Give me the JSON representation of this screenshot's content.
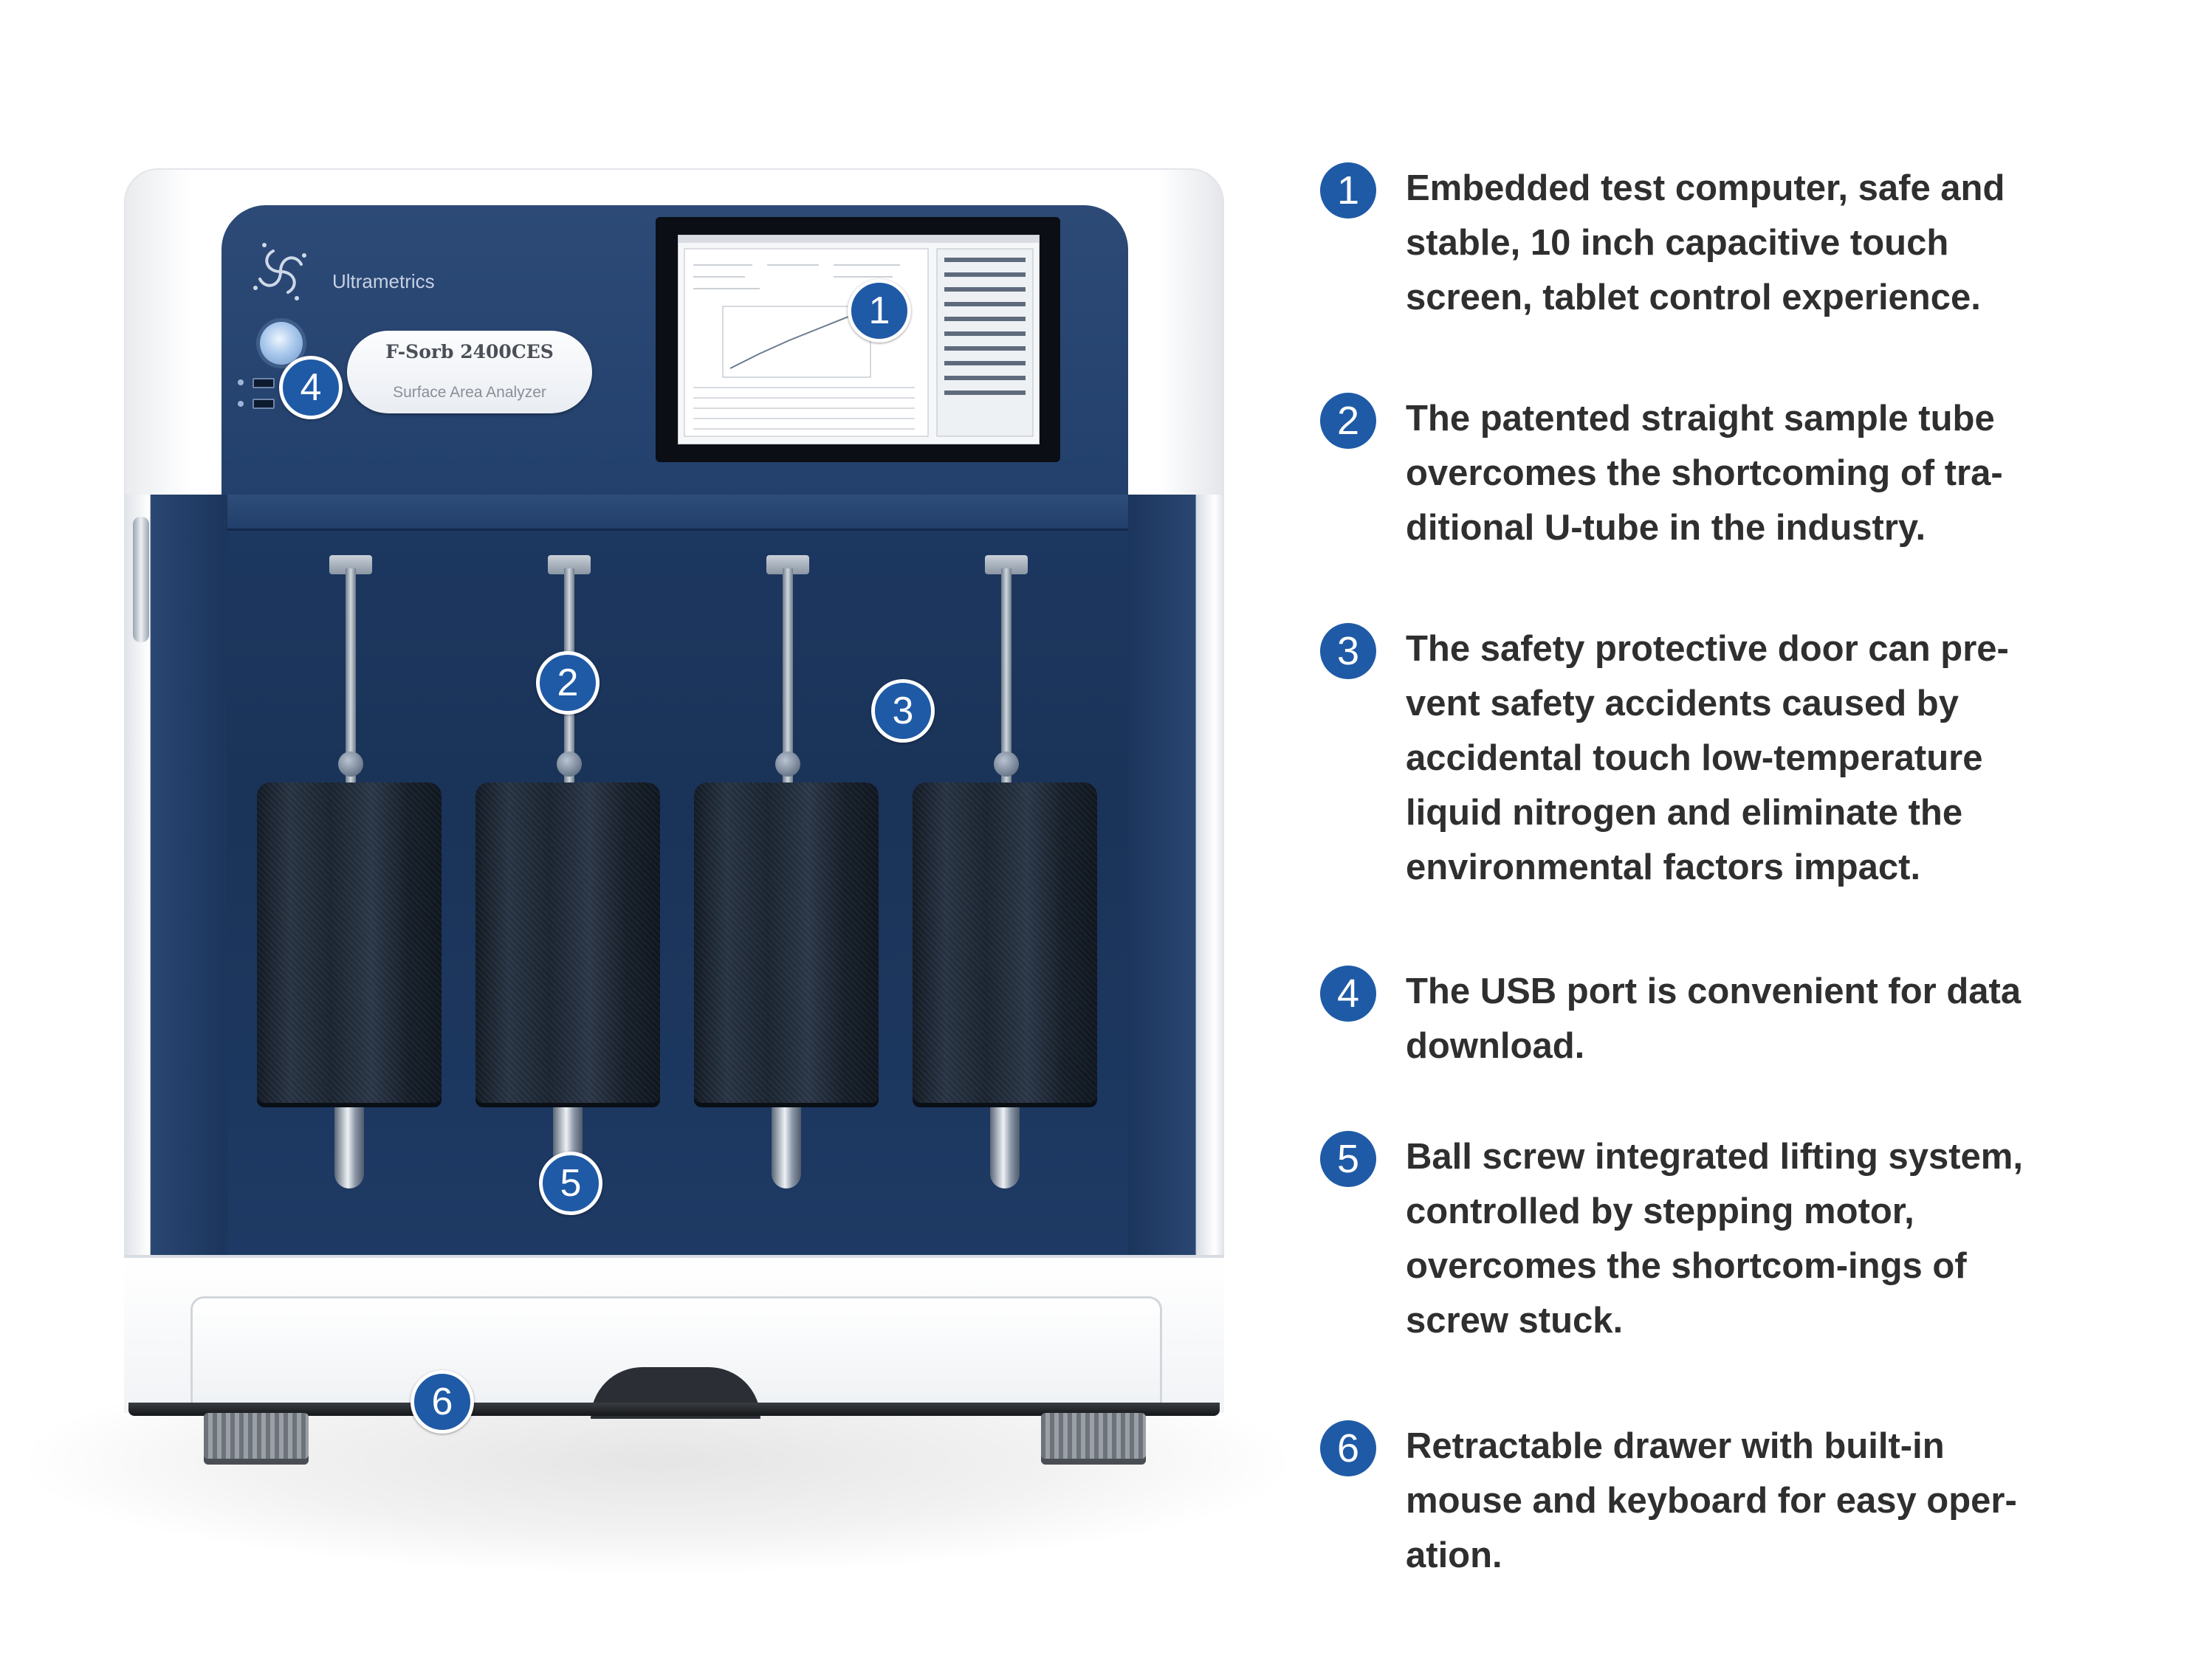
{
  "instrument": {
    "brand": "Ultrametrics",
    "model_name": "F-Sorb 2400CES",
    "model_subtitle": "Surface Area Analyzer"
  },
  "callouts": [
    "1",
    "2",
    "3",
    "4",
    "5",
    "6"
  ],
  "features": [
    {
      "number": "1",
      "text": "Embedded test computer, safe and stable, 10 inch capacitive touch screen, tablet control experience."
    },
    {
      "number": "2",
      "text": "The patented straight sample tube overcomes the shortcoming of tra-ditional U-tube in the industry."
    },
    {
      "number": "3",
      "text": "The safety protective door can pre-vent safety accidents caused by accidental touch low-temperature liquid nitrogen and eliminate the environmental factors impact."
    },
    {
      "number": "4",
      "text": "The USB port is convenient for data download."
    },
    {
      "number": "5",
      "text": "Ball screw integrated lifting system, controlled by stepping motor, overcomes the shortcom-ings of screw stuck."
    },
    {
      "number": "6",
      "text": "Retractable drawer with built-in mouse and keyboard for easy oper-ation."
    }
  ],
  "colors": {
    "accent": "#1f5aa6",
    "panel": "#23406c",
    "text": "#2f2f2f"
  }
}
